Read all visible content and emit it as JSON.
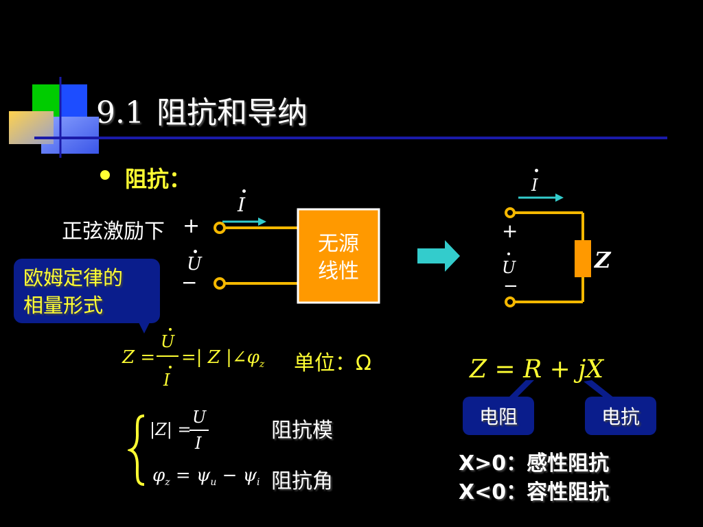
{
  "title": {
    "number": "9.1",
    "text": "阻抗和导纳"
  },
  "section": {
    "heading": "阻抗",
    "colon": "："
  },
  "left_circuit": {
    "excitation_label": "正弦激励下",
    "plus": "+",
    "minus": "−",
    "current_symbol": "I",
    "voltage_symbol": "U",
    "box_label_line1": "无源",
    "box_label_line2": "线性"
  },
  "callout": {
    "line1": "欧姆定律的",
    "line2": "相量形式"
  },
  "right_circuit": {
    "current_symbol": "I",
    "voltage_symbol": "U",
    "plus": "+",
    "minus": "−",
    "impedance_symbol": "Z"
  },
  "formulas": {
    "impedance_lhs": "Z =",
    "impedance_frac_num": "U",
    "impedance_frac_den": "I",
    "impedance_rhs": "=| Z |∠φ",
    "impedance_rhs_sub": "z",
    "unit": "单位：Ω",
    "modulus_lhs": "|Z| =",
    "modulus_num": "U",
    "modulus_den": "I",
    "angle_expr": "φ",
    "angle_sub": "z",
    "angle_eq": " = ψ",
    "angle_u_sub": "u",
    "angle_minus": " − ψ",
    "angle_i_sub": "i",
    "modulus_label": "阻抗模",
    "angle_label": "阻抗角",
    "complex_form": "Z = R + jX"
  },
  "tags": {
    "resistance": "电阻",
    "reactance": "电抗"
  },
  "notes": {
    "inductive": "X>0：感性阻抗",
    "capacitive": "X<0：容性阻抗"
  },
  "colors": {
    "background": "#000000",
    "title_rule": "#1a1aa8",
    "accent_yellow": "#ffff33",
    "box_orange": "#ff9900",
    "wire_orange": "#f5b800",
    "arrow_cyan": "#33cccc",
    "bubble_blue": "#0a1d8c"
  }
}
